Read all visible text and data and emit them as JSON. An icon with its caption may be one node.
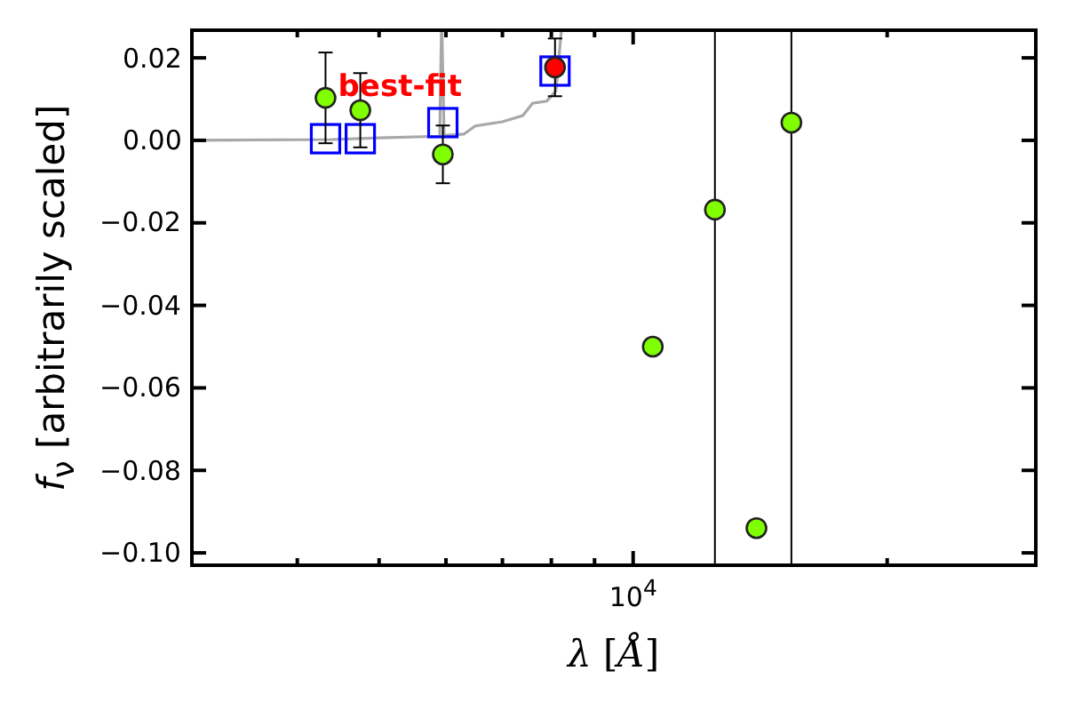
{
  "diagram": {
    "labels": [
      "*f*$_{ν}$ [arbitrarily scaled]",
      "0.02",
      "0.00",
      "−0.02",
      "−0.04",
      "−0.06",
      "−0.08",
      "−0.10",
      "best-fit",
      "10$^{4}$",
      "*λ* [*Å*]"
    ]
  }
}
